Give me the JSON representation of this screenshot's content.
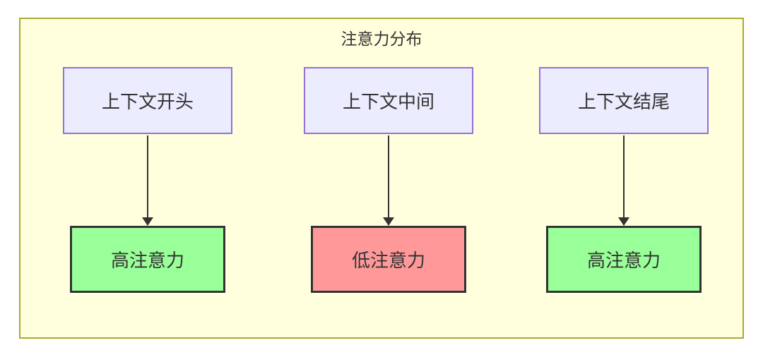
{
  "diagram": {
    "title": "注意力分布",
    "columns": [
      {
        "source": "上下文开头",
        "target": "高注意力",
        "attention": "high"
      },
      {
        "source": "上下文中间",
        "target": "低注意力",
        "attention": "low"
      },
      {
        "source": "上下文结尾",
        "target": "高注意力",
        "attention": "high"
      }
    ],
    "colors": {
      "container_bg": "#ffffde",
      "container_border": "#aaaa33",
      "source_node_bg": "#ececff",
      "source_node_border": "#9370db",
      "high_attention_bg": "#99ff99",
      "low_attention_bg": "#ff9999",
      "target_node_border": "#333333",
      "arrow": "#333333",
      "text": "#333333"
    }
  }
}
